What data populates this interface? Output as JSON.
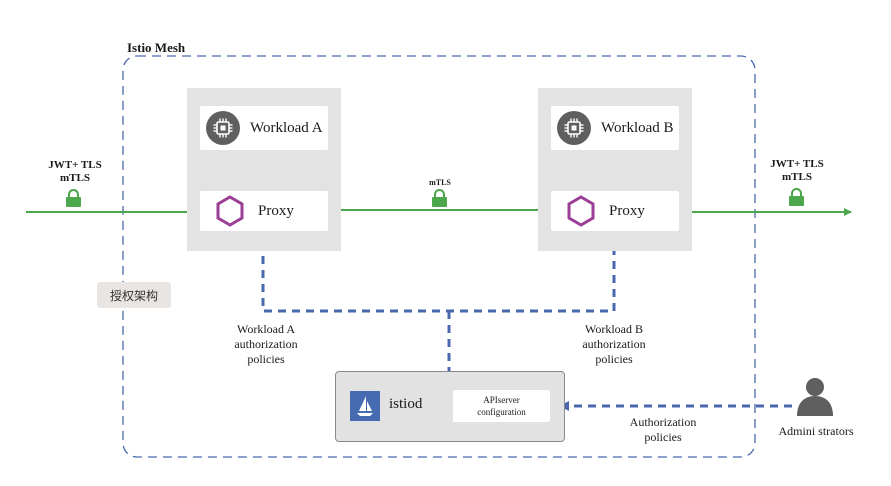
{
  "mesh": {
    "title": "Istio Mesh"
  },
  "workload_a": {
    "label": "Workload A",
    "icon": "cpu-chip-icon"
  },
  "workload_b": {
    "label": "Workload B",
    "icon": "cpu-chip-icon"
  },
  "proxy_a": {
    "label": "Proxy",
    "icon": "hexagon-icon"
  },
  "proxy_b": {
    "label": "Proxy",
    "icon": "hexagon-icon"
  },
  "ingress": {
    "line1": "JWT+ TLS",
    "line2": "mTLS",
    "icon": "lock-icon"
  },
  "egress": {
    "line1": "JWT+ TLS",
    "line2": "mTLS",
    "icon": "lock-icon"
  },
  "proxy_link": {
    "label": "mTLS",
    "icon": "lock-icon"
  },
  "tag": {
    "label": "授权架构"
  },
  "policies_a": {
    "line1": "Workload A",
    "line2": "authorization",
    "line3": "policies"
  },
  "policies_b": {
    "line1": "Workload B",
    "line2": "authorization",
    "line3": "policies"
  },
  "istiod": {
    "label": "istiod",
    "icon": "istio-sail-icon"
  },
  "apiserver": {
    "line1": "APIserver",
    "line2": "configuration"
  },
  "admin_flow": {
    "line1": "Authorization",
    "line2": "policies"
  },
  "admins": {
    "label": "Admini strators",
    "icon": "person-icon"
  },
  "colors": {
    "green": "#4ca64c",
    "blue": "#4a68ad",
    "purple": "#9b3f96",
    "gray": "#5f5f5f"
  }
}
